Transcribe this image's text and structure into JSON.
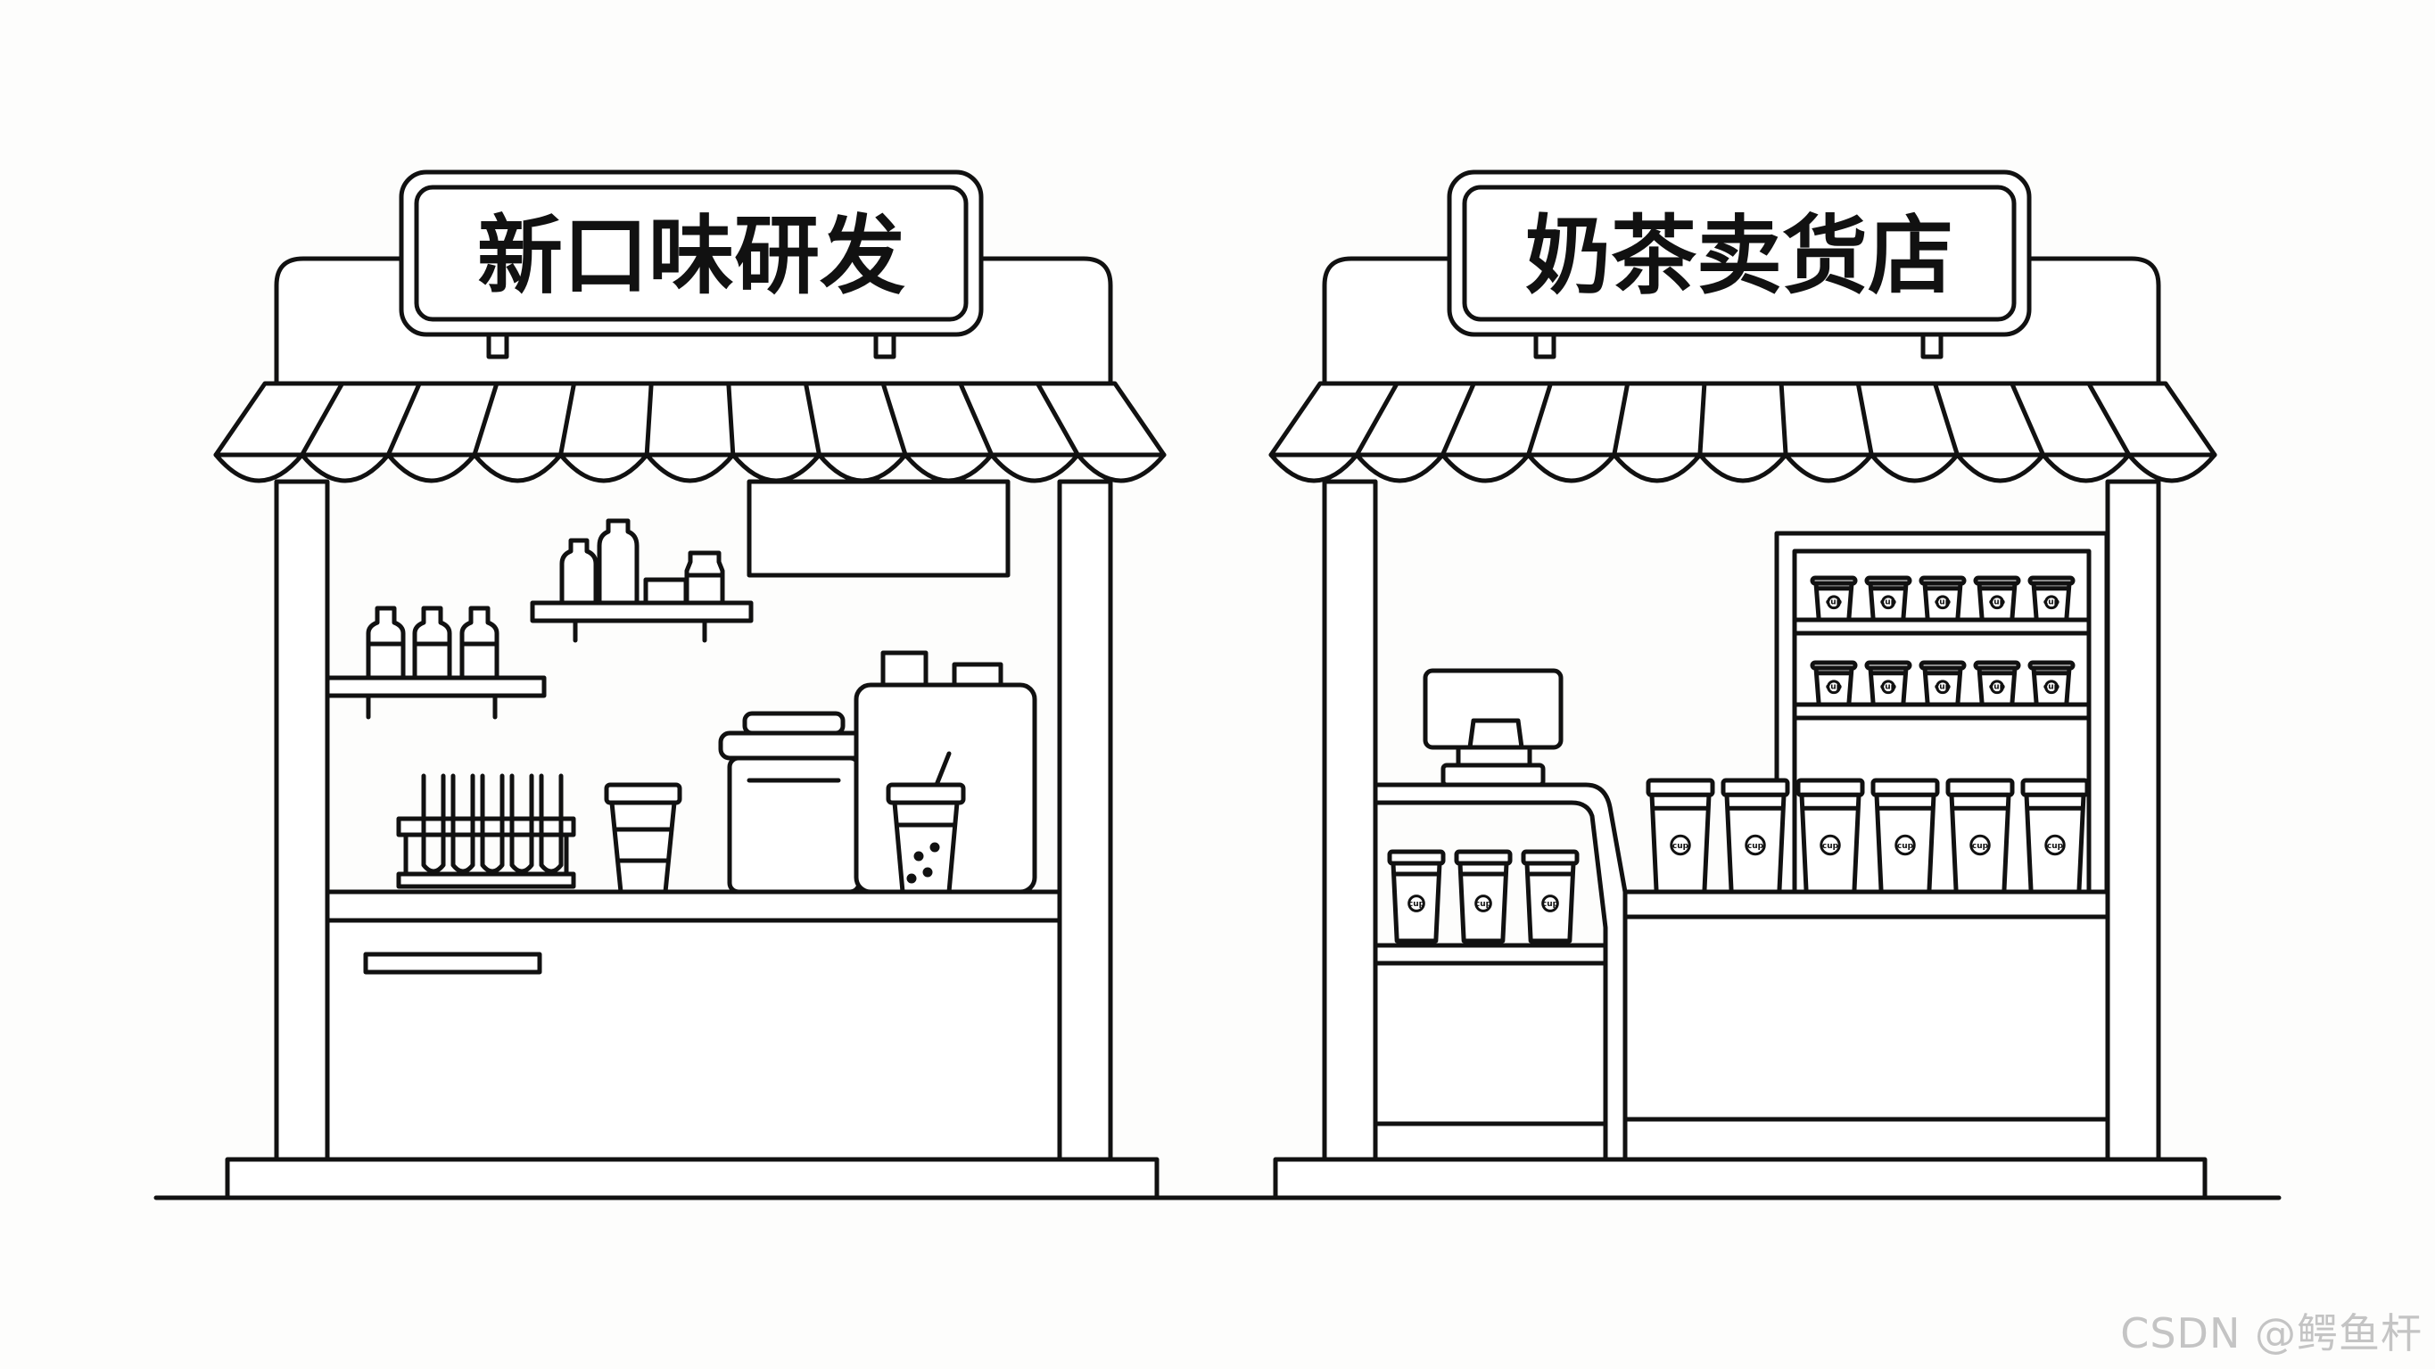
{
  "stalls": {
    "left": {
      "sign": "新口味研发"
    },
    "right": {
      "sign": "奶茶卖货店"
    }
  },
  "cup_logo_text": "cup",
  "watermark": "CSDN @鳄鱼杆"
}
